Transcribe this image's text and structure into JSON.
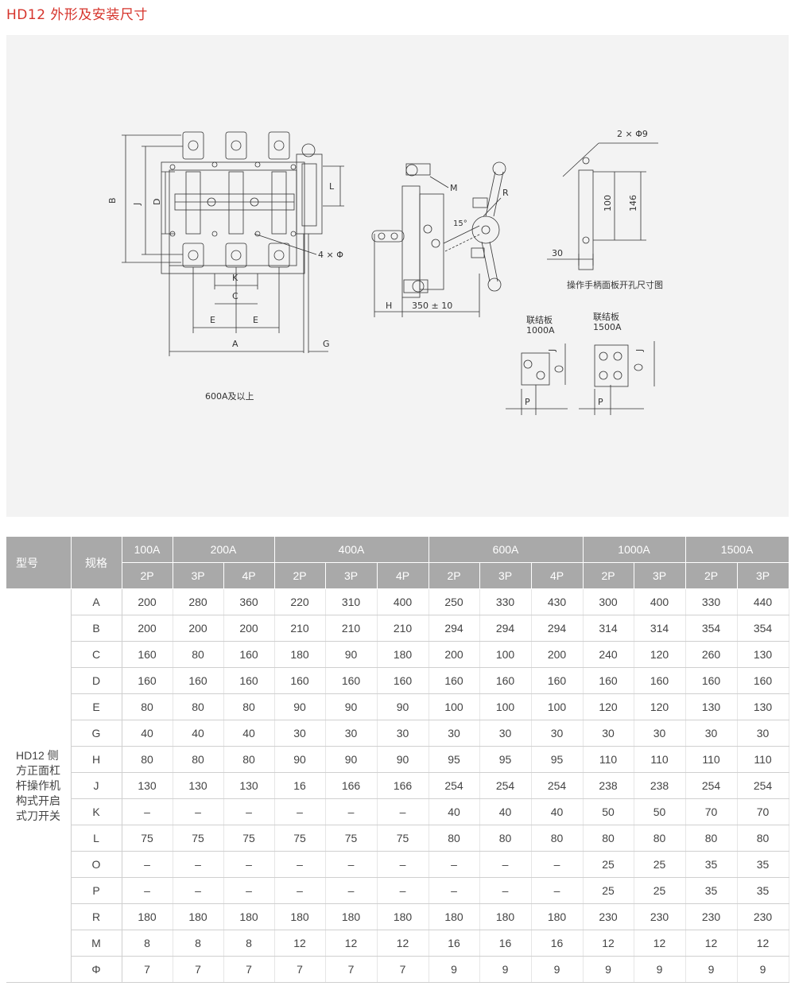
{
  "title": "HD12 外形及安装尺寸",
  "drawing": {
    "dims_main": [
      "B",
      "J",
      "D",
      "L",
      "K",
      "C",
      "E",
      "E",
      "A",
      "G"
    ],
    "note_holes": "4 × Φ",
    "caption_main": "600A及以上",
    "dims_side": [
      "M",
      "R",
      "H",
      "350 ± 10"
    ],
    "angle_label": "15°",
    "panel_holes": "2 × Φ9",
    "panel_dims": [
      "100",
      "146",
      "30"
    ],
    "panel_caption": "操作手柄面板开孔尺寸图",
    "link_1000": {
      "name": "联结板",
      "rating": "1000A",
      "dims": [
        "J",
        "P"
      ]
    },
    "link_1500": {
      "name": "联结板",
      "rating": "1500A",
      "dims": [
        "J",
        "P"
      ]
    }
  },
  "table": {
    "col_model": "型号",
    "col_spec": "规格",
    "groups": [
      {
        "label": "100A",
        "span": 1
      },
      {
        "label": "200A",
        "span": 2
      },
      {
        "label": "400A",
        "span": 3
      },
      {
        "label": "600A",
        "span": 3
      },
      {
        "label": "1000A",
        "span": 2
      },
      {
        "label": "1500A",
        "span": 2
      }
    ],
    "poles": [
      "2P",
      "3P",
      "4P",
      "2P",
      "3P",
      "4P",
      "2P",
      "3P",
      "4P",
      "2P",
      "3P",
      "2P",
      "3P"
    ],
    "model_lines": [
      "HD12 侧",
      "方正面杠",
      "杆操作机",
      "构式开启",
      "式刀开关"
    ],
    "rows": [
      {
        "name": "A",
        "values": [
          "200",
          "280",
          "360",
          "220",
          "310",
          "400",
          "250",
          "330",
          "430",
          "300",
          "400",
          "330",
          "440"
        ]
      },
      {
        "name": "B",
        "values": [
          "200",
          "200",
          "200",
          "210",
          "210",
          "210",
          "294",
          "294",
          "294",
          "314",
          "314",
          "354",
          "354"
        ]
      },
      {
        "name": "C",
        "values": [
          "160",
          "80",
          "160",
          "180",
          "90",
          "180",
          "200",
          "100",
          "200",
          "240",
          "120",
          "260",
          "130"
        ]
      },
      {
        "name": "D",
        "values": [
          "160",
          "160",
          "160",
          "160",
          "160",
          "160",
          "160",
          "160",
          "160",
          "160",
          "160",
          "160",
          "160"
        ]
      },
      {
        "name": "E",
        "values": [
          "80",
          "80",
          "80",
          "90",
          "90",
          "90",
          "100",
          "100",
          "100",
          "120",
          "120",
          "130",
          "130"
        ]
      },
      {
        "name": "G",
        "values": [
          "40",
          "40",
          "40",
          "30",
          "30",
          "30",
          "30",
          "30",
          "30",
          "30",
          "30",
          "30",
          "30"
        ]
      },
      {
        "name": "H",
        "values": [
          "80",
          "80",
          "80",
          "90",
          "90",
          "90",
          "95",
          "95",
          "95",
          "110",
          "110",
          "110",
          "110"
        ]
      },
      {
        "name": "J",
        "values": [
          "130",
          "130",
          "130",
          "16",
          "166",
          "166",
          "254",
          "254",
          "254",
          "238",
          "238",
          "254",
          "254"
        ]
      },
      {
        "name": "K",
        "values": [
          "–",
          "–",
          "–",
          "–",
          "–",
          "–",
          "40",
          "40",
          "40",
          "50",
          "50",
          "70",
          "70"
        ]
      },
      {
        "name": "L",
        "values": [
          "75",
          "75",
          "75",
          "75",
          "75",
          "75",
          "80",
          "80",
          "80",
          "80",
          "80",
          "80",
          "80"
        ]
      },
      {
        "name": "O",
        "values": [
          "–",
          "–",
          "–",
          "–",
          "–",
          "–",
          "–",
          "–",
          "–",
          "25",
          "25",
          "35",
          "35"
        ]
      },
      {
        "name": "P",
        "values": [
          "–",
          "–",
          "–",
          "–",
          "–",
          "–",
          "–",
          "–",
          "–",
          "25",
          "25",
          "35",
          "35"
        ]
      },
      {
        "name": "R",
        "values": [
          "180",
          "180",
          "180",
          "180",
          "180",
          "180",
          "180",
          "180",
          "180",
          "230",
          "230",
          "230",
          "230"
        ]
      },
      {
        "name": "M",
        "values": [
          "8",
          "8",
          "8",
          "12",
          "12",
          "12",
          "16",
          "16",
          "16",
          "12",
          "12",
          "12",
          "12"
        ]
      },
      {
        "name": "Φ",
        "values": [
          "7",
          "7",
          "7",
          "7",
          "7",
          "7",
          "9",
          "9",
          "9",
          "9",
          "9",
          "9",
          "9"
        ]
      }
    ]
  }
}
